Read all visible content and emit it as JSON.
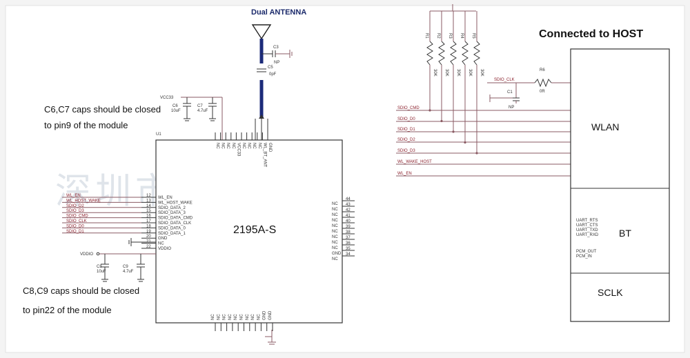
{
  "antenna": {
    "label": "Dual ANTENNA"
  },
  "caps": {
    "c3": {
      "name": "C3",
      "value": "NP"
    },
    "c5": {
      "name": "C5",
      "value": "0pF"
    },
    "c6": {
      "name": "C6",
      "value": "10uF"
    },
    "c7": {
      "name": "C7",
      "value": "4.7uF"
    },
    "c8": {
      "name": "C8",
      "value": "10uF"
    },
    "c9": {
      "name": "C9",
      "value": "4.7uF"
    },
    "c1": {
      "name": "C1",
      "value": "NP"
    }
  },
  "power": {
    "vcc33": "VCC33",
    "vddio": "VDDIO"
  },
  "notes": {
    "c6c7_line1": "C6,C7 caps should be closed",
    "c6c7_line2": "to pin9 of the module",
    "c8c9_line1": "C8,C9 caps should be closed",
    "c8c9_line2": "to pin22 of the module"
  },
  "module": {
    "ref": "U1",
    "name": "2195A-S",
    "top_pins": [
      "NC",
      "NC",
      "NC",
      "NC",
      "VCC33",
      "NC",
      "NC",
      "NC",
      "NC",
      "WL_BT_ANT",
      "GND"
    ],
    "left_nets": [
      "WL_EN",
      "WL_HOST_WAKE",
      "SDIO_D2",
      "SDIO_D3",
      "SDIO_CMD",
      "SDIO_CLK",
      "SDIO_D0",
      "SDIO_D1"
    ],
    "left_pin_numbers": [
      "12",
      "13",
      "14",
      "15",
      "16",
      "17",
      "18",
      "19",
      "20",
      "21",
      "22"
    ],
    "left_pin_names": [
      "WL_EN",
      "WL_HOST_WAKE",
      "SDIO_DATA_2",
      "SDIO_DATA_3",
      "SDIO_DATA_CMD",
      "SDIO_DATA_CLK",
      "SDIO_DATA_0",
      "SDIO_DATA_1",
      "GND",
      "NC",
      "VDDIO"
    ],
    "right_pin_numbers": [
      "44",
      "43",
      "42",
      "41",
      "40",
      "39",
      "38",
      "37",
      "36",
      "35",
      "34"
    ],
    "right_pin_names": [
      "NC",
      "NC",
      "NC",
      "NC",
      "NC",
      "NC",
      "NC",
      "NC",
      "NC",
      "GND",
      "NC"
    ],
    "bottom_pins": [
      "NC",
      "NC",
      "NC",
      "NC",
      "NC",
      "NC",
      "NC",
      "NC",
      "NC",
      "GND",
      "GND"
    ]
  },
  "resistors": {
    "pullups": [
      {
        "name": "R1",
        "value": "30K"
      },
      {
        "name": "R2",
        "value": "30K"
      },
      {
        "name": "R3",
        "value": "30K"
      },
      {
        "name": "R4",
        "value": "30K"
      },
      {
        "name": "R5",
        "value": "30K"
      }
    ],
    "r6": {
      "name": "R6",
      "value": "0R"
    }
  },
  "host_nets": [
    "SDIO_CLK",
    "SDIO_CMD",
    "SDIO_D0",
    "SDIO_D1",
    "SDIO_D2",
    "SDIO_D3",
    "WL_WAKE_HOST",
    "WL_EN"
  ],
  "host": {
    "title": "Connected to HOST",
    "wlan": "WLAN",
    "bt": "BT",
    "sclk": "SCLK",
    "uart": [
      "UART_RTS",
      "UART_CTS",
      "UART_TXD",
      "UART_RXD"
    ],
    "pcm": [
      "PCM_OUT",
      "PCM_IN"
    ]
  },
  "watermark": "深圳市        公司"
}
